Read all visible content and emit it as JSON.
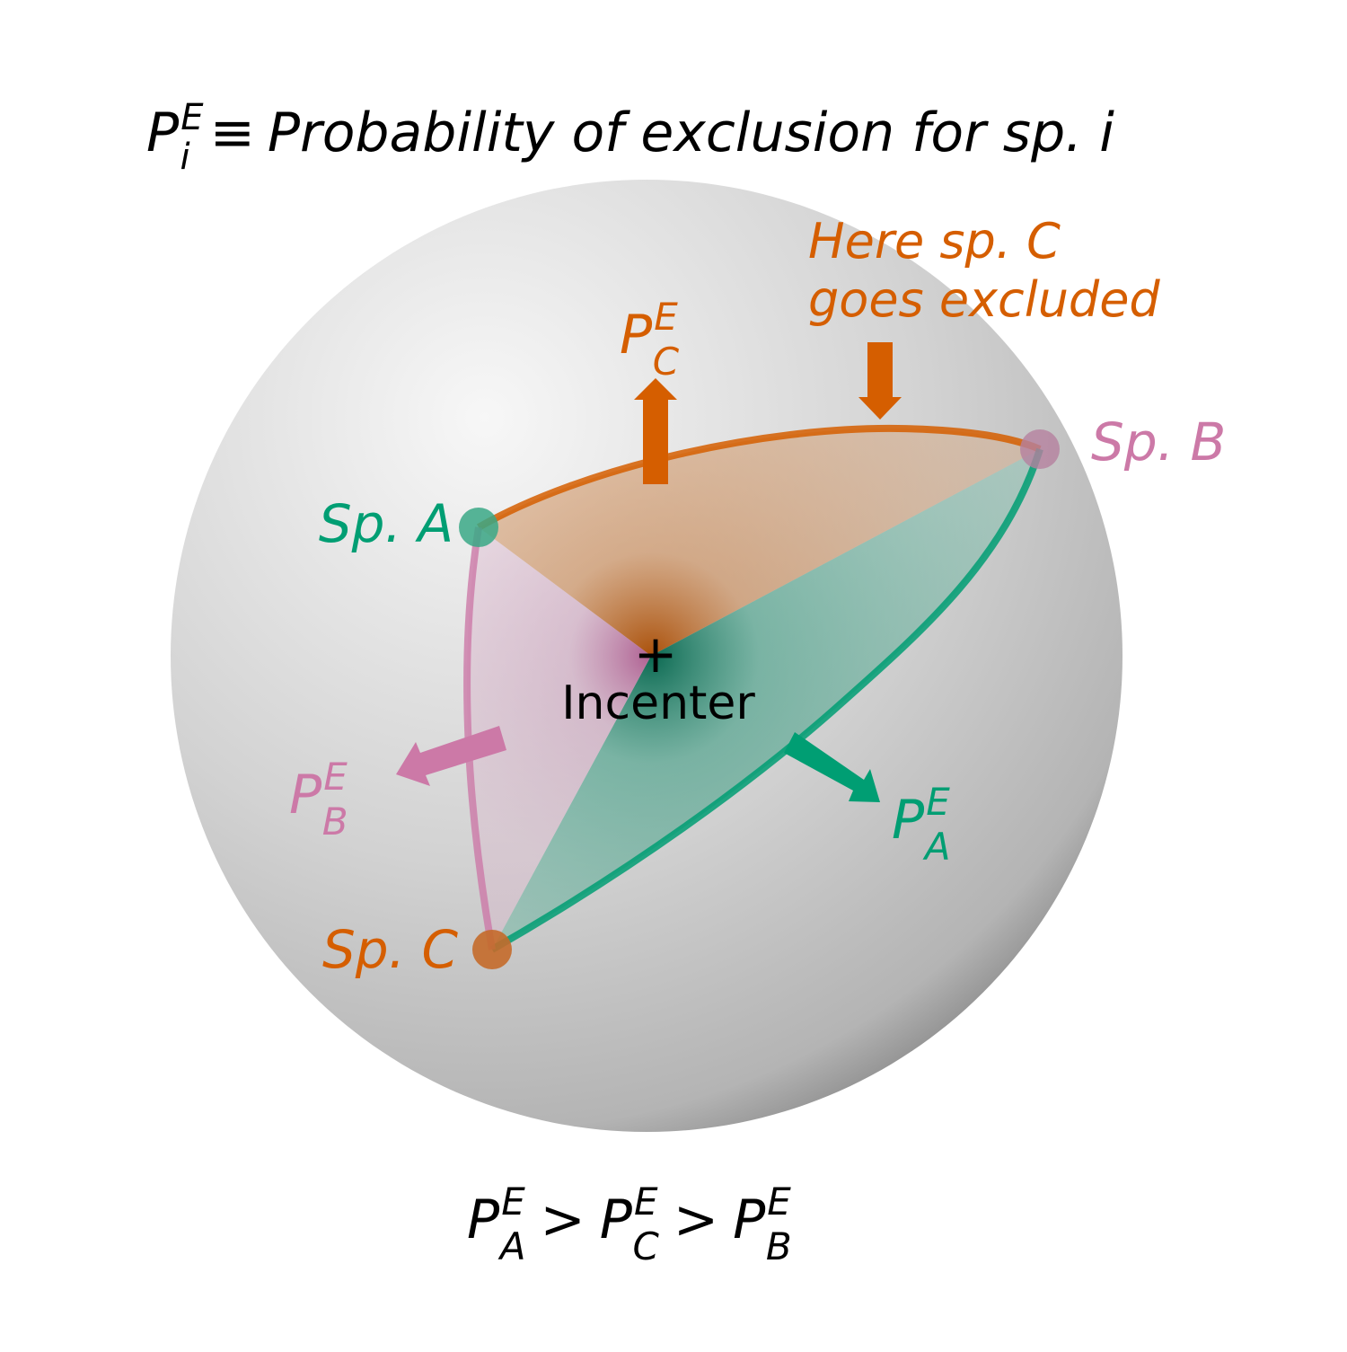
{
  "title": {
    "symbol": "P",
    "sup": "E",
    "sub": "i",
    "equiv": "≡",
    "text": "Probability of exclusion for sp. i"
  },
  "species": {
    "a": {
      "label": "Sp. A",
      "color": "#009e73"
    },
    "b": {
      "label": "Sp. B",
      "color": "#cc79a7"
    },
    "c": {
      "label": "Sp. C",
      "color": "#d55e00"
    }
  },
  "center": {
    "marker": "+",
    "label": "Incenter"
  },
  "annotation": {
    "line1": "Here sp. C",
    "line2": "goes excluded",
    "color": "#d55e00"
  },
  "prob_labels": {
    "symbol": "P",
    "sup": "E",
    "c_sub": "C",
    "b_sub": "B",
    "a_sub": "A"
  },
  "inequality": {
    "symbol": "P",
    "sup": "E",
    "subs": [
      "A",
      "C",
      "B"
    ],
    "gt": ">"
  },
  "colors": {
    "sphere_light": "#f5f5f5",
    "sphere_mid": "#c8c8c8",
    "sphere_dark": "#6a6a6a",
    "text": "#000000"
  }
}
